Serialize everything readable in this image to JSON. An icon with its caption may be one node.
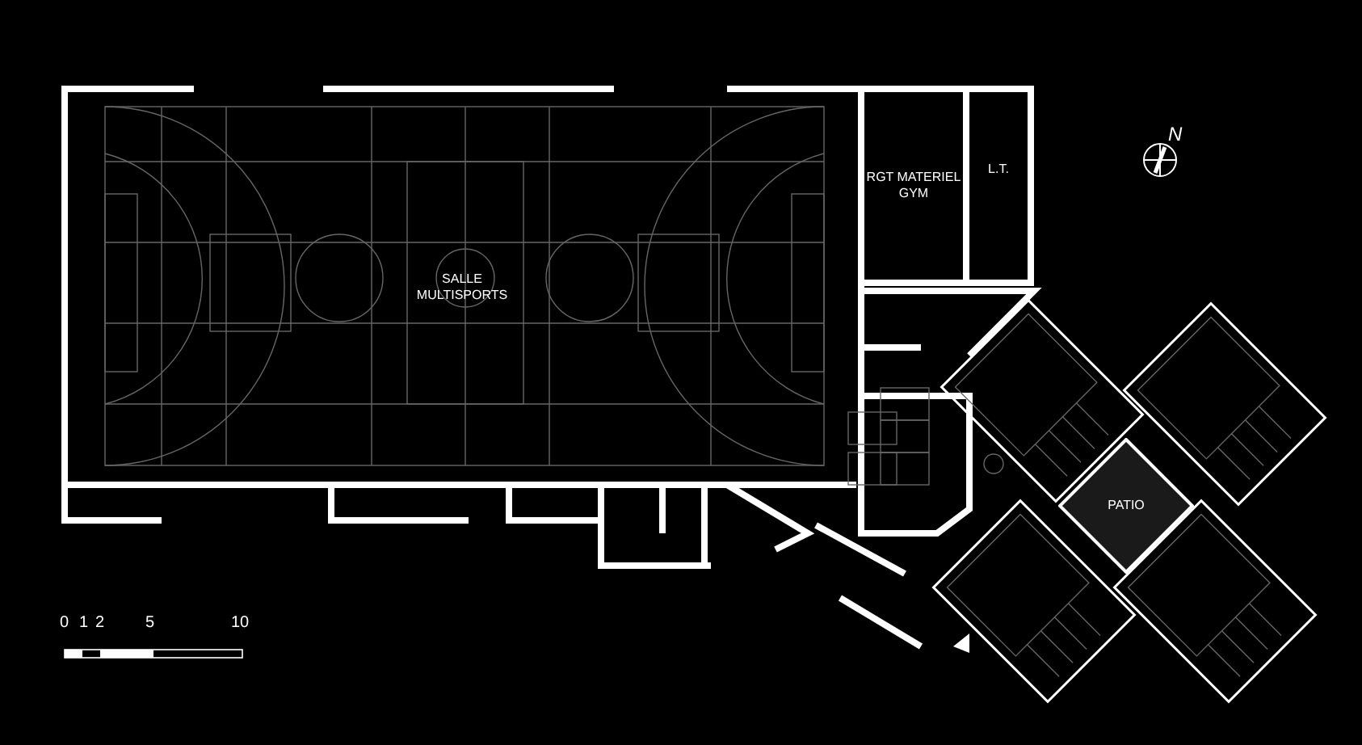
{
  "diagram": {
    "nodes": [
      {
        "text": [
          "SALLE MULTISPORTS"
        ]
      },
      {
        "text": [
          "RGT MATERIEL GYM"
        ]
      },
      {
        "text": [
          "L.T."
        ]
      },
      {
        "text": [
          "PATIO"
        ]
      }
    ],
    "labels": [
      "N",
      "0",
      "1",
      "2",
      "5",
      "10"
    ]
  }
}
